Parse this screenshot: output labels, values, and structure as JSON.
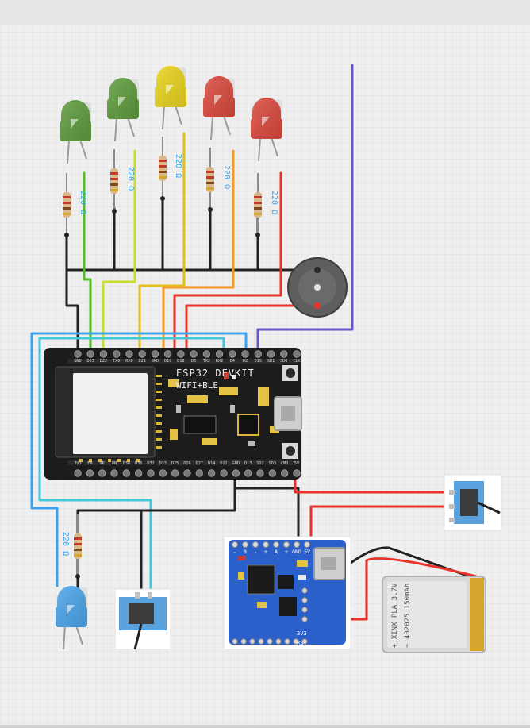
{
  "board": {
    "title": "ESP32 DEVKIT",
    "subtitle": "WIFI+BLE",
    "top_pins": [
      "GND",
      "D23",
      "D22",
      "TX0",
      "RX0",
      "D21",
      "GND",
      "D19",
      "D18",
      "D5",
      "TX2",
      "RX2",
      "D4",
      "D2",
      "D15",
      "SD1",
      "SD0",
      "CLK"
    ],
    "bottom_pins": [
      "3V3",
      "EN",
      "VP",
      "VN",
      "D34",
      "D35",
      "D32",
      "D33",
      "D25",
      "D26",
      "D27",
      "D14",
      "D12",
      "GND",
      "D13",
      "SD2",
      "SD3",
      "CMD",
      "5V"
    ]
  },
  "resistors": {
    "label": "220 Ω"
  },
  "charger": {
    "top_pins": [
      "-",
      "B",
      "-",
      "+",
      "A",
      "+",
      "GND",
      "5V"
    ],
    "side_pins": [
      "3V3",
      "RST"
    ]
  },
  "battery": {
    "line1": "~ 402025 150mAh",
    "line2": "+ XINX PLA 3.7V"
  },
  "colors": {
    "grid_bg": "#f2f2f2",
    "board": "#1c1c1c",
    "charger": "#2b5fc9",
    "led_green": "#5d9a3c",
    "led_yellow": "#e7d21c",
    "led_red": "#d9483c",
    "led_blue": "#4aa3e8",
    "wire_black": "#222222",
    "wire_red": "#e8322a",
    "wire_green": "#4fbf23",
    "wire_lime": "#c8de2e",
    "wire_yellow": "#e2c21a",
    "wire_orange": "#f29a26",
    "wire_blue": "#3aa4f0",
    "wire_cyan": "#45c7d9",
    "wire_purple": "#6a55c4"
  }
}
